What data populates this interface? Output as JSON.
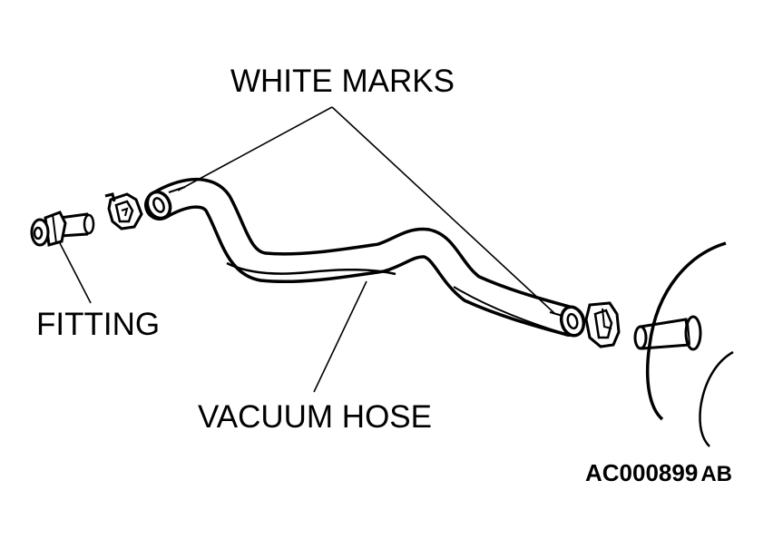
{
  "labels": {
    "white_marks": "WHITE MARKS",
    "fitting": "FITTING",
    "vacuum_hose": "VACUUM HOSE",
    "figure_code": "AC000899",
    "figure_suffix": "AB"
  },
  "colors": {
    "line": "#000000",
    "background": "#ffffff"
  }
}
